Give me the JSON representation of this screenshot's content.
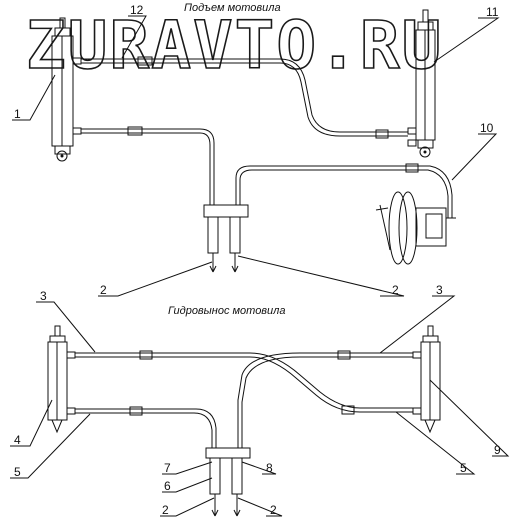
{
  "watermark": "ZURAVTO.RU",
  "captions": {
    "lift": "Подъем мотовила",
    "shift": "Гидровынос мотовила"
  },
  "labels": {
    "l1": "1",
    "l12": "12",
    "l11": "11",
    "l10": "10",
    "l2a": "2",
    "l2b": "2",
    "l3a": "3",
    "l3b": "3",
    "l4": "4",
    "l5a": "5",
    "l5b": "5",
    "l9": "9",
    "l7": "7",
    "l6": "6",
    "l8": "8",
    "l2c": "2",
    "l2d": "2"
  }
}
